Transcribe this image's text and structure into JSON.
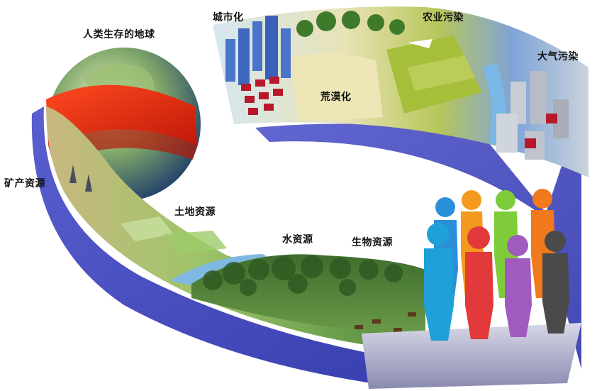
{
  "diagram": {
    "labels": {
      "earth": "人类生存的地球",
      "urbanization": "城市化",
      "agricultural_pollution": "农业污染",
      "air_pollution": "大气污染",
      "desertification": "荒漠化",
      "mineral_resources": "矿产资源",
      "land_resources": "土地资源",
      "water_resources": "水资源",
      "biological_resources": "生物资源"
    },
    "people_colors": [
      "#2a8fd8",
      "#f39a1e",
      "#7fcc3a",
      "#f07a1c",
      "#1fa0d8",
      "#e23a3a",
      "#a15ac0",
      "#4a4a4a"
    ]
  }
}
